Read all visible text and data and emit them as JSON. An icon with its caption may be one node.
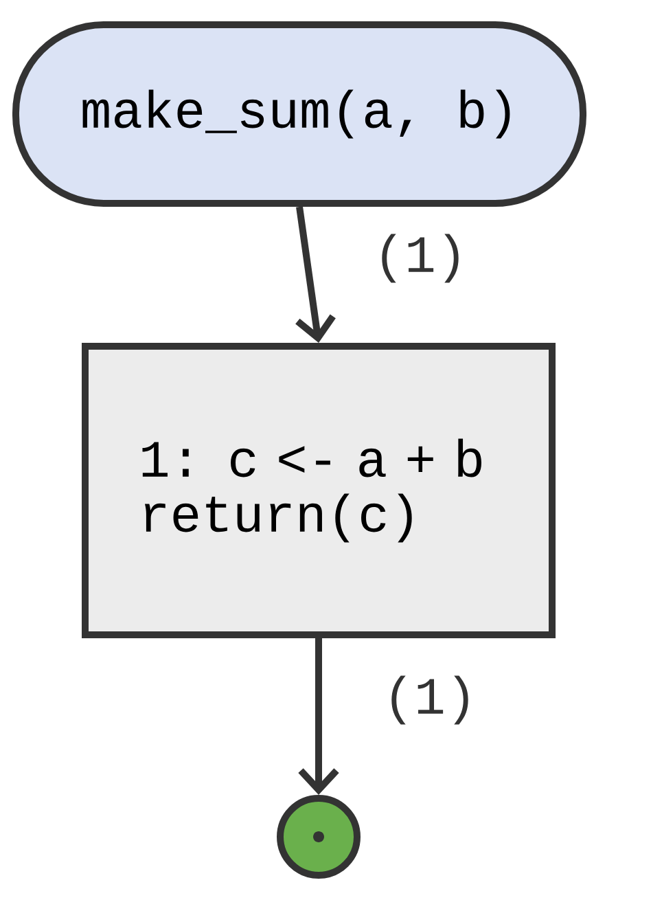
{
  "diagram": {
    "nodes": [
      {
        "text": [
          "make_sum(a, b)"
        ]
      },
      {
        "text": [
          "1: c <- a + b return(c)"
        ]
      },
      {
        "text": [],
        "shape": "circle"
      }
    ],
    "edges": [
      {
        "from": 0,
        "to": 1,
        "arrow": "to",
        "label": "(1)"
      },
      {
        "from": 1,
        "to": 2,
        "arrow": "to",
        "label": "(1)"
      }
    ]
  }
}
